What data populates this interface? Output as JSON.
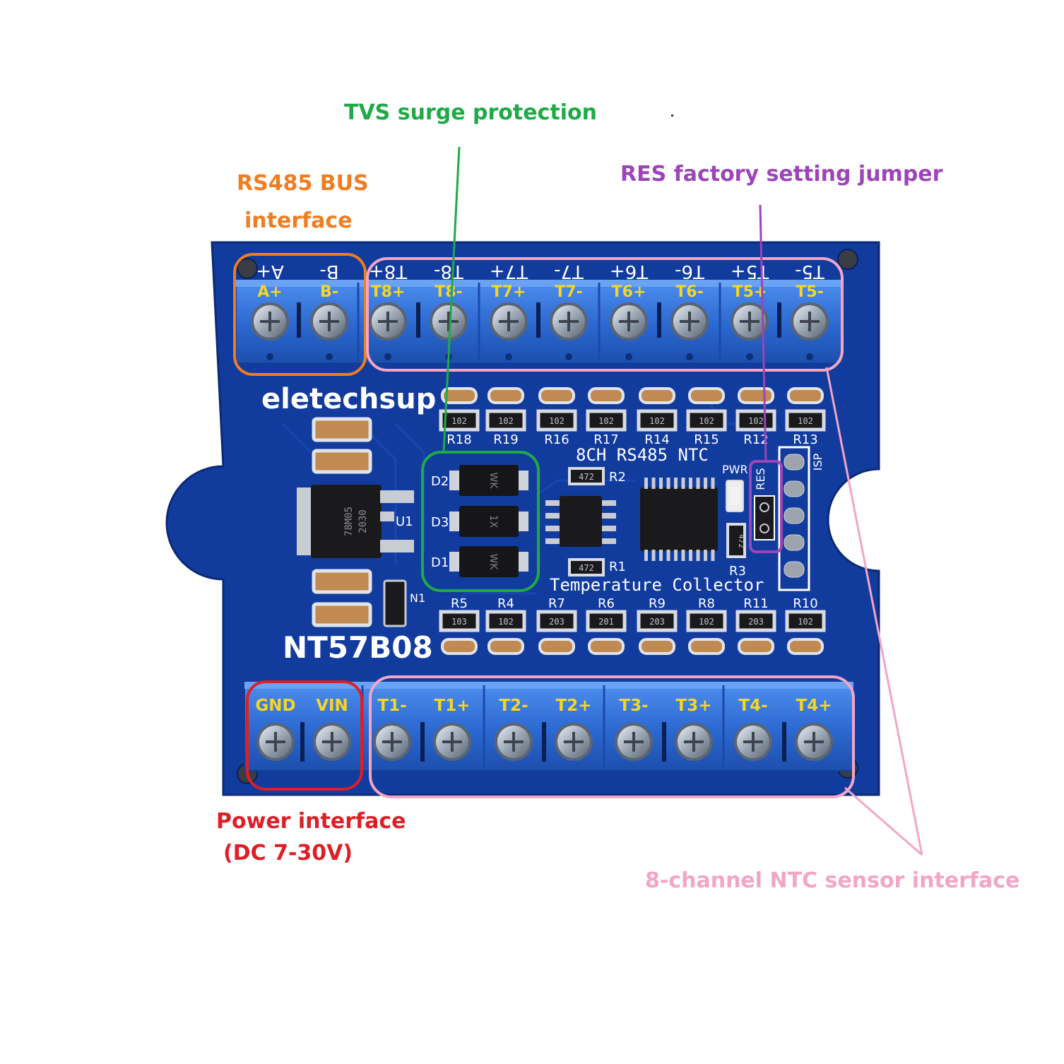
{
  "callouts": {
    "tvs": "TVS surge protection",
    "res": "RES factory setting jumper",
    "rs485_line1": "RS485 BUS",
    "rs485_line2": "interface",
    "power_line1": "Power interface",
    "power_line2": "(DC 7-30V)",
    "ntc": "8-channel NTC sensor interface"
  },
  "board": {
    "brand": "eletechsup",
    "model": "NT57B08",
    "title_top": "8CH RS485 NTC",
    "title_bottom": "Temperature Collector",
    "top_silk_labels": [
      "A+",
      "B-",
      "T8+",
      "T8-",
      "T7+",
      "T7-",
      "T6+",
      "T6-",
      "T5+",
      "T5-"
    ],
    "top_terminal_labels": [
      "A+",
      "B-",
      "T8+",
      "T8-",
      "T7+",
      "T7-",
      "T6+",
      "T6-",
      "T5+",
      "T5-"
    ],
    "bottom_terminal_labels": [
      "GND",
      "VIN",
      "T1-",
      "T1+",
      "T2-",
      "T2+",
      "T3-",
      "T3+",
      "T4-",
      "T4+"
    ],
    "resistor_labels_top": [
      "R18",
      "R19",
      "R16",
      "R17",
      "R14",
      "R15",
      "R12",
      "R13"
    ],
    "resistor_labels_bottom": [
      "R5",
      "R4",
      "R7",
      "R6",
      "R9",
      "R8",
      "R11",
      "R10"
    ],
    "resistor_codes_top": [
      "102",
      "102",
      "102",
      "102",
      "102",
      "102",
      "102",
      "102"
    ],
    "resistor_codes_bottom": [
      "103",
      "102",
      "203",
      "201",
      "203",
      "102",
      "203",
      "102"
    ],
    "diode_labels": [
      "D2",
      "D3",
      "D1"
    ],
    "diode_marks": [
      "WK",
      "1X",
      "WK"
    ],
    "regulator_label": "U1",
    "regulator_mark": "78M05",
    "regulator_code": "2030",
    "n1_label": "N1",
    "r2_label": "R2",
    "r1_label": "R1",
    "r3_label": "R3",
    "chip_code_472": "472",
    "pwr_label": "PWR",
    "res_label": "RES",
    "isp_label": "ISP"
  },
  "colors": {
    "pcb": "#123b9e",
    "terminal": "#2f6fd8",
    "silk": "#ffffff",
    "terminal_text": "#f5d623",
    "tvs": "#1faa47",
    "res": "#9b45b8",
    "rs485": "#f07d22",
    "power": "#dd1f26",
    "ntc": "#f2a6c6"
  }
}
